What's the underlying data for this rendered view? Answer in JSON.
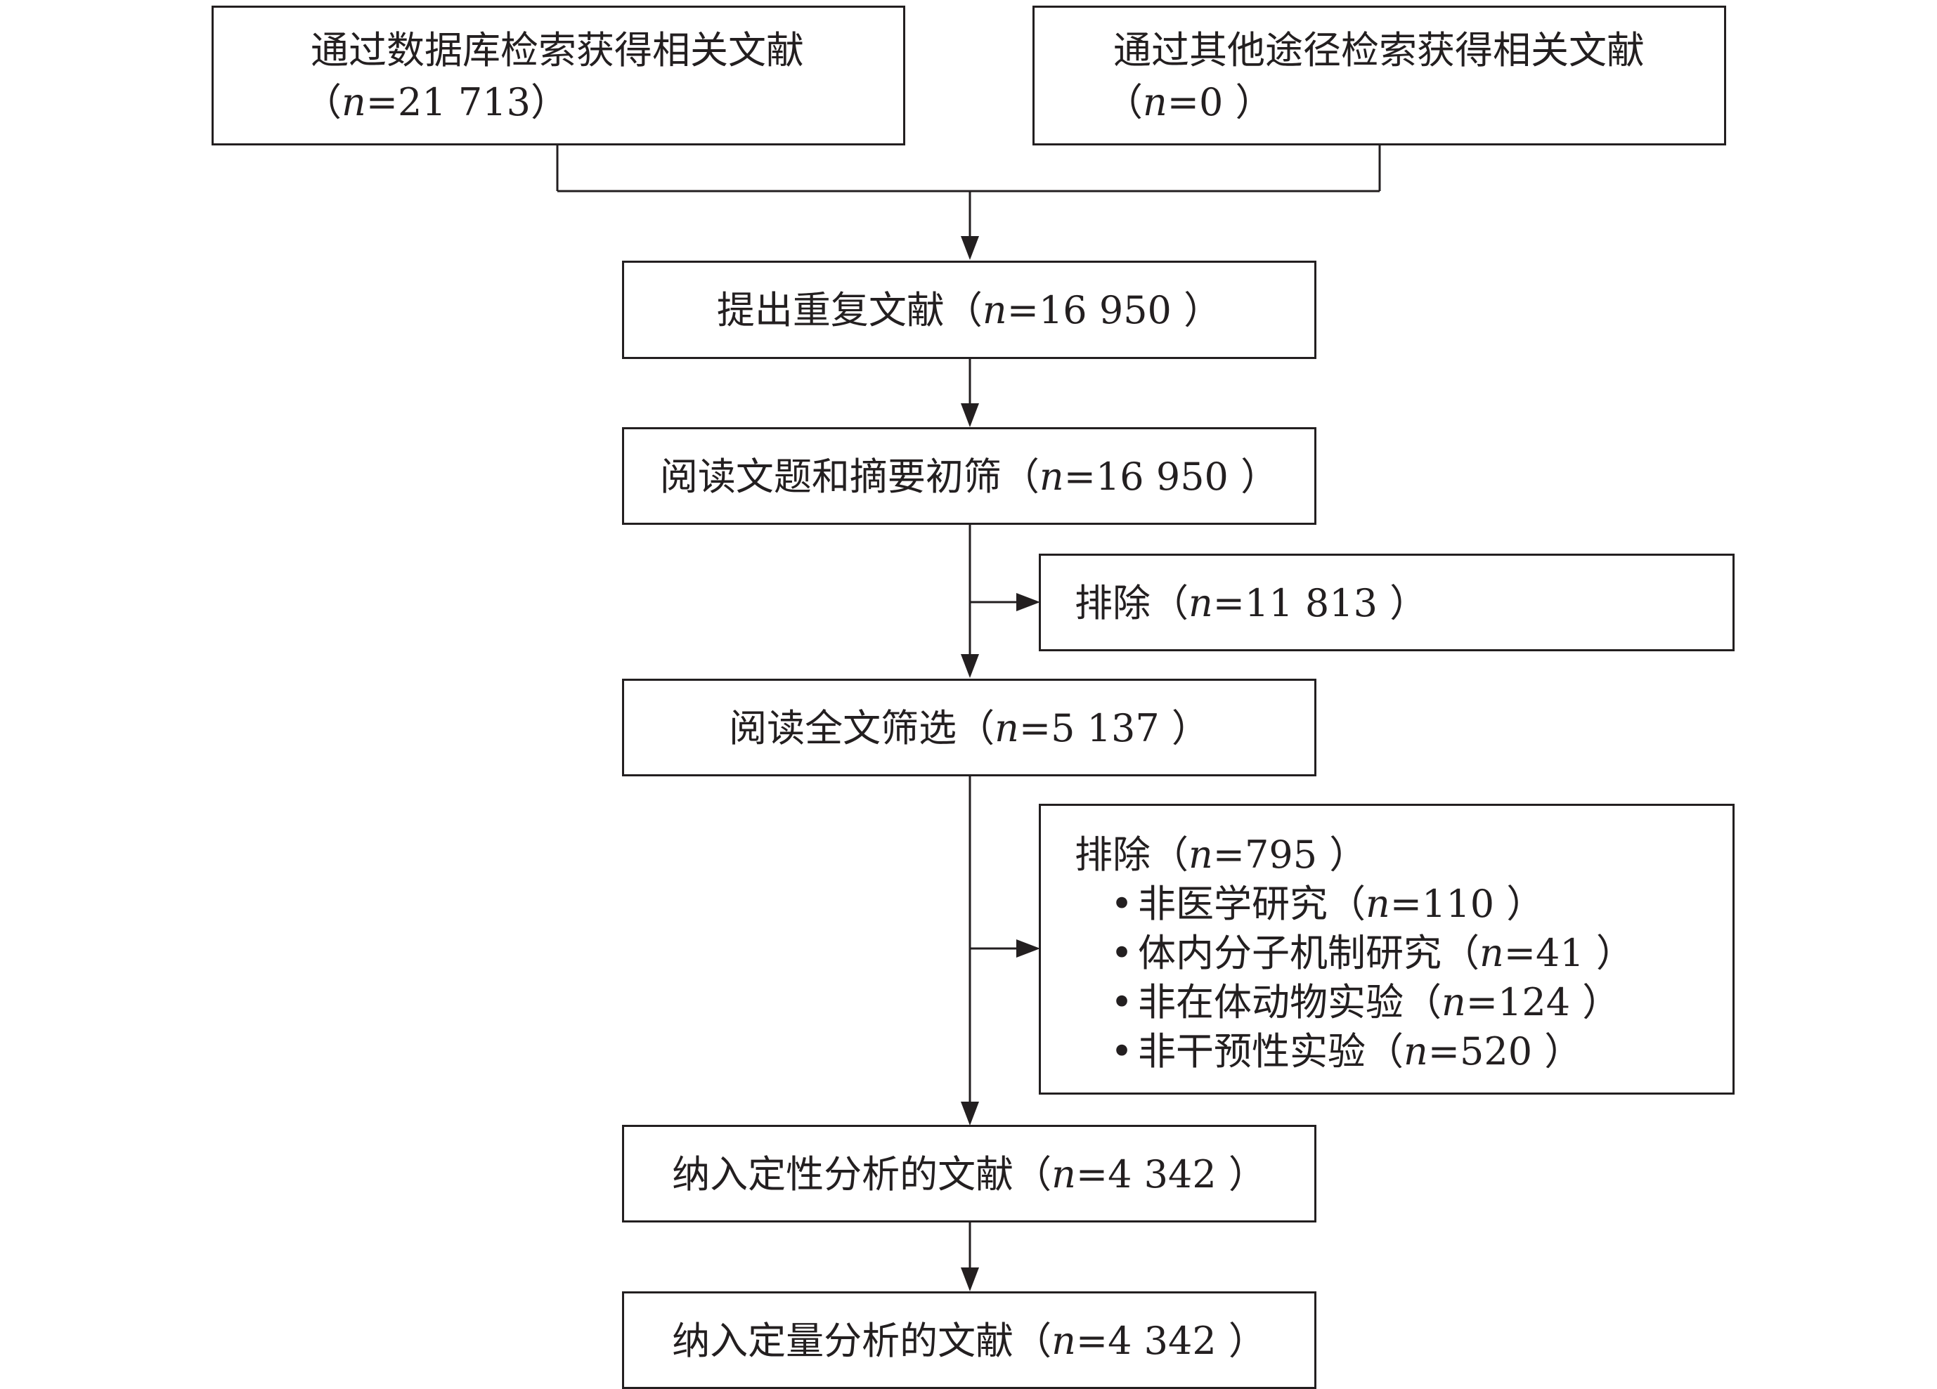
{
  "nodes": {
    "db_search": {
      "line1": "通过数据库检索获得相关文献",
      "count": "（n=21 713）"
    },
    "other_search": {
      "line1": "通过其他途径检索获得相关文献",
      "count": "（n=0 ）"
    },
    "dedup": {
      "label": "提出重复文献（n=16 950 ）"
    },
    "title_abstract": {
      "label": "阅读文题和摘要初筛（n=16 950 ）"
    },
    "exclude1": {
      "label": "排除（n=11 813 ）"
    },
    "fulltext": {
      "label": "阅读全文筛选（n=5 137 ）"
    },
    "exclude2": {
      "label": "排除（n=795 ）",
      "items": [
        "非医学研究（n=110 ）",
        "体内分子机制研究（n=41 ）",
        "非在体动物实验（n=124 ）",
        "非干预性实验（n=520 ）"
      ]
    },
    "qualitative": {
      "label": "纳入定性分析的文献（n=4 342 ）"
    },
    "quantitative": {
      "label": "纳入定量分析的文献（n=4 342 ）"
    }
  }
}
